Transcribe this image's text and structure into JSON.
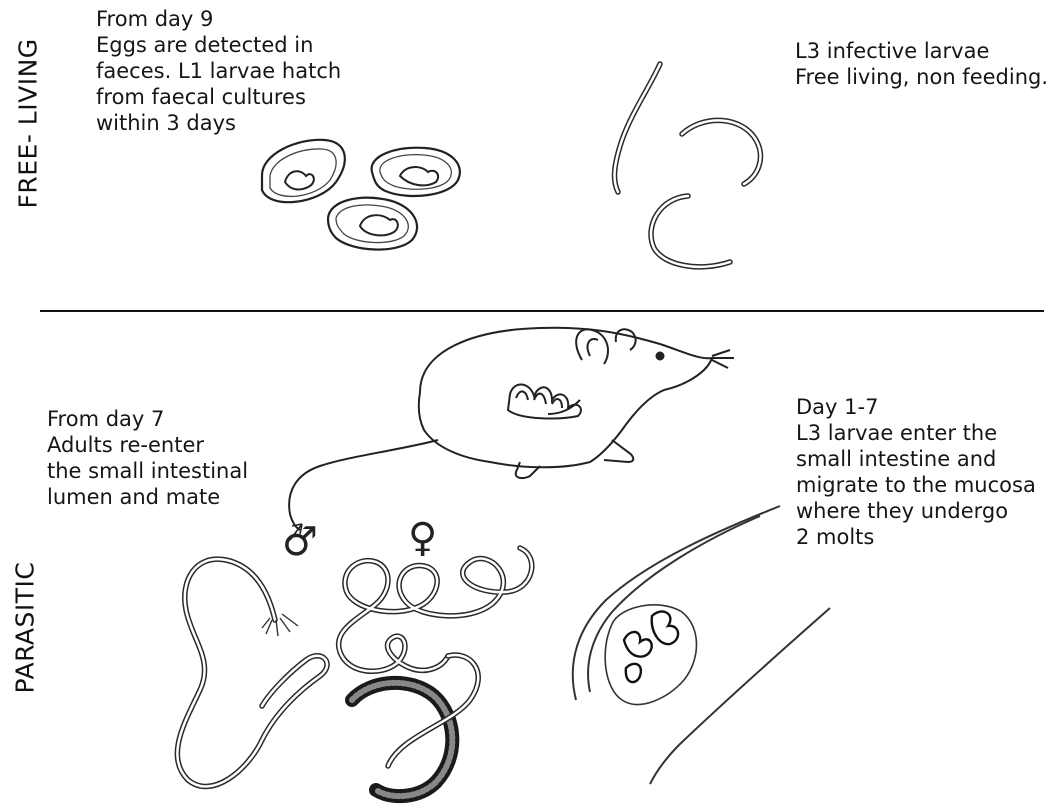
{
  "section_labels": {
    "free_living": "FREE- LIVING",
    "parasitic": "PARASITIC"
  },
  "captions": {
    "eggs": [
      "From day 9",
      "Eggs are detected in",
      "faeces. L1 larvae hatch",
      "from faecal cultures",
      "within 3 days"
    ],
    "l3_free": [
      "L3 infective larvae",
      "Free living, non feeding."
    ],
    "adults": [
      "From day 7",
      "Adults re-enter",
      "the small intestinal",
      "lumen and mate"
    ],
    "l3_parasitic": [
      "Day 1-7",
      "L3 larvae enter the",
      "small intestine and",
      "migrate to the mucosa",
      "where they undergo",
      "2 molts"
    ]
  },
  "symbols": {
    "male": "♂",
    "female": "♀"
  }
}
